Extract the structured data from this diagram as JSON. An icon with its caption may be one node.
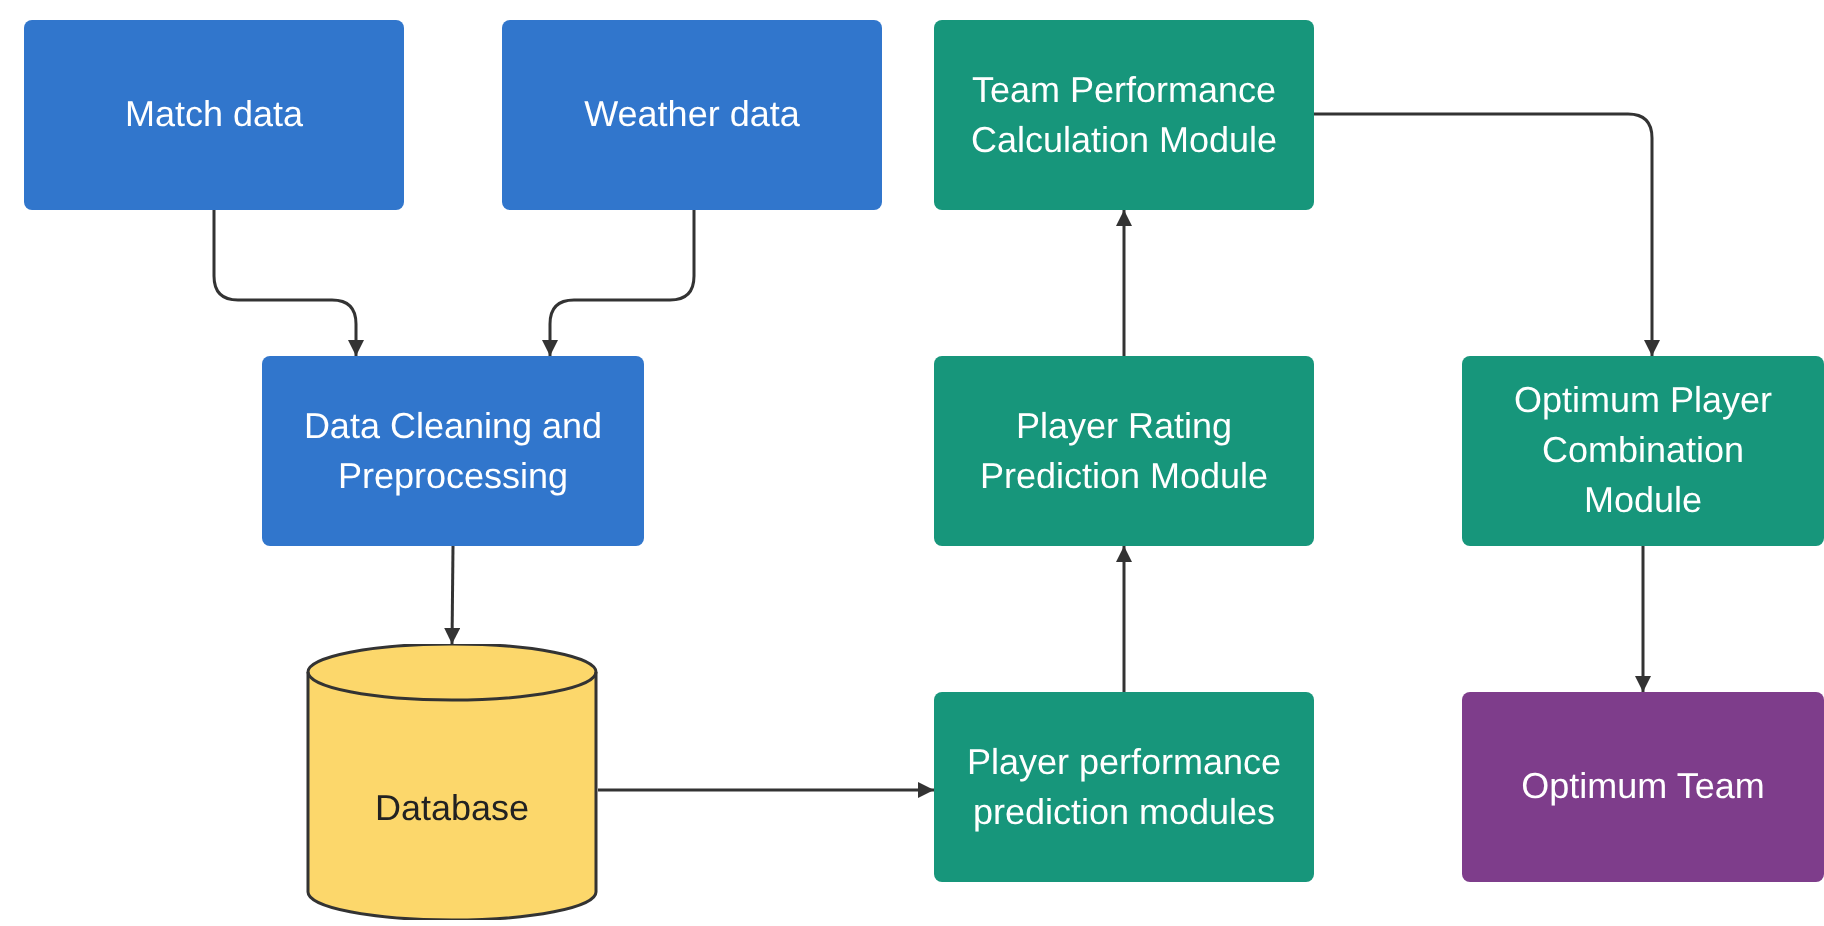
{
  "diagram": {
    "nodes": [
      {
        "text": [
          "Match data"
        ]
      },
      {
        "text": [
          "Weather data"
        ]
      },
      {
        "text": [
          "Data Cleaning and Preprocessing"
        ]
      },
      {
        "text": [
          "Database"
        ]
      },
      {
        "text": [
          "Player performance prediction modules"
        ]
      },
      {
        "text": [
          "Player Rating Prediction Module"
        ]
      },
      {
        "text": [
          "Team Performance Calculation Module"
        ]
      },
      {
        "text": [
          "Optimum Player Combination Module"
        ]
      },
      {
        "text": [
          "Optimum Team"
        ]
      }
    ],
    "edges": [
      {
        "from": 0,
        "to": 2,
        "arrow": "to"
      },
      {
        "from": 1,
        "to": 2,
        "arrow": "to"
      },
      {
        "from": 2,
        "to": 3,
        "arrow": "to"
      },
      {
        "from": 3,
        "to": 4,
        "arrow": "to"
      },
      {
        "from": 4,
        "to": 5,
        "arrow": "to"
      },
      {
        "from": 5,
        "to": 6,
        "arrow": "to"
      },
      {
        "from": 6,
        "to": 7,
        "arrow": "to"
      },
      {
        "from": 7,
        "to": 8,
        "arrow": "to"
      }
    ]
  }
}
